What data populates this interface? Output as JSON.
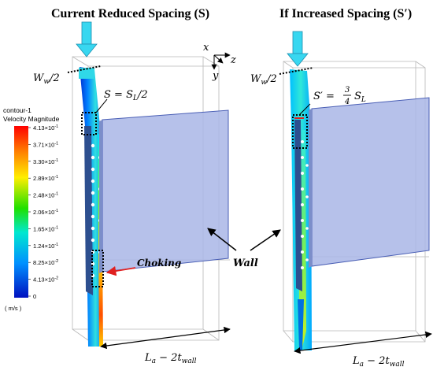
{
  "titles": {
    "left": "Current Reduced Spacing (S)",
    "right": "If Increased Spacing (S′)"
  },
  "legend": {
    "name": "contour-1",
    "quantity": "Velocity Magnitude",
    "unit": "( m/s )",
    "ticks": [
      {
        "mant": "4.13",
        "exp": "-1"
      },
      {
        "mant": "3.71",
        "exp": "-1"
      },
      {
        "mant": "3.30",
        "exp": "-1"
      },
      {
        "mant": "2.89",
        "exp": "-1"
      },
      {
        "mant": "2.48",
        "exp": "-1"
      },
      {
        "mant": "2.06",
        "exp": "-1"
      },
      {
        "mant": "1.65",
        "exp": "-1"
      },
      {
        "mant": "1.24",
        "exp": "-1"
      },
      {
        "mant": "8.25",
        "exp": "-2"
      },
      {
        "mant": "4.13",
        "exp": "-2"
      },
      {
        "mant": "0",
        "exp": ""
      }
    ],
    "times": "×10"
  },
  "annotations": {
    "ww_base": "W",
    "ww_sub": "w",
    "ww_tail": "/2",
    "s_left": "S = S",
    "s_left_sub": "L",
    "s_left_tail": "/2",
    "s_right_head": "S′ =",
    "s_right_num": "3",
    "s_right_den": "4",
    "s_right_tail": "S",
    "s_right_sub": "L",
    "choking": "Choking",
    "wall": "Wall",
    "la_base": "L",
    "la_sub": "a",
    "la_mid": " − 2t",
    "la_sub2": "wall"
  },
  "axes": {
    "x": "x",
    "y": "y",
    "z": "z"
  },
  "colors": {
    "arrow": "#38d7f0",
    "wall_panel": "#a9b6e6",
    "wall_edge": "#4a5fb5",
    "fin": "#2d4f8f",
    "choking_arrow": "#e02020"
  }
}
